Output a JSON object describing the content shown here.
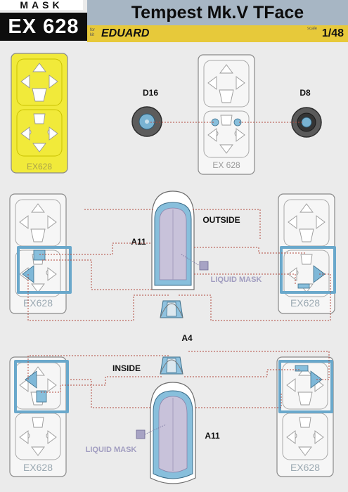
{
  "header": {
    "mask_word": "MASK",
    "product_code": "EX 628",
    "title": "Tempest Mk.V TFace",
    "kit_label": "for kit",
    "brand": "EDUARD",
    "scale_label": "scale",
    "scale": "1/48"
  },
  "sheet_labels": {
    "sheet_code": "EX628",
    "sheet_code_top": "EX 628"
  },
  "parts": {
    "d16": "D16",
    "d8": "D8",
    "a11_upper": "A11",
    "a11_lower": "A11",
    "a4": "A4"
  },
  "annotations": {
    "outside": "OUTSIDE",
    "inside": "INSIDE",
    "liquid_mask_upper": "LIQUID MASK",
    "liquid_mask_lower": "LIQUID MASK"
  },
  "colors": {
    "mask_fill": "#f3ee3c",
    "mask_blue": "#88bfdc",
    "canopy_glass": "#c9c4da",
    "callout_line": "#b24a3e",
    "liquid_mask": "#a7a3c4"
  }
}
